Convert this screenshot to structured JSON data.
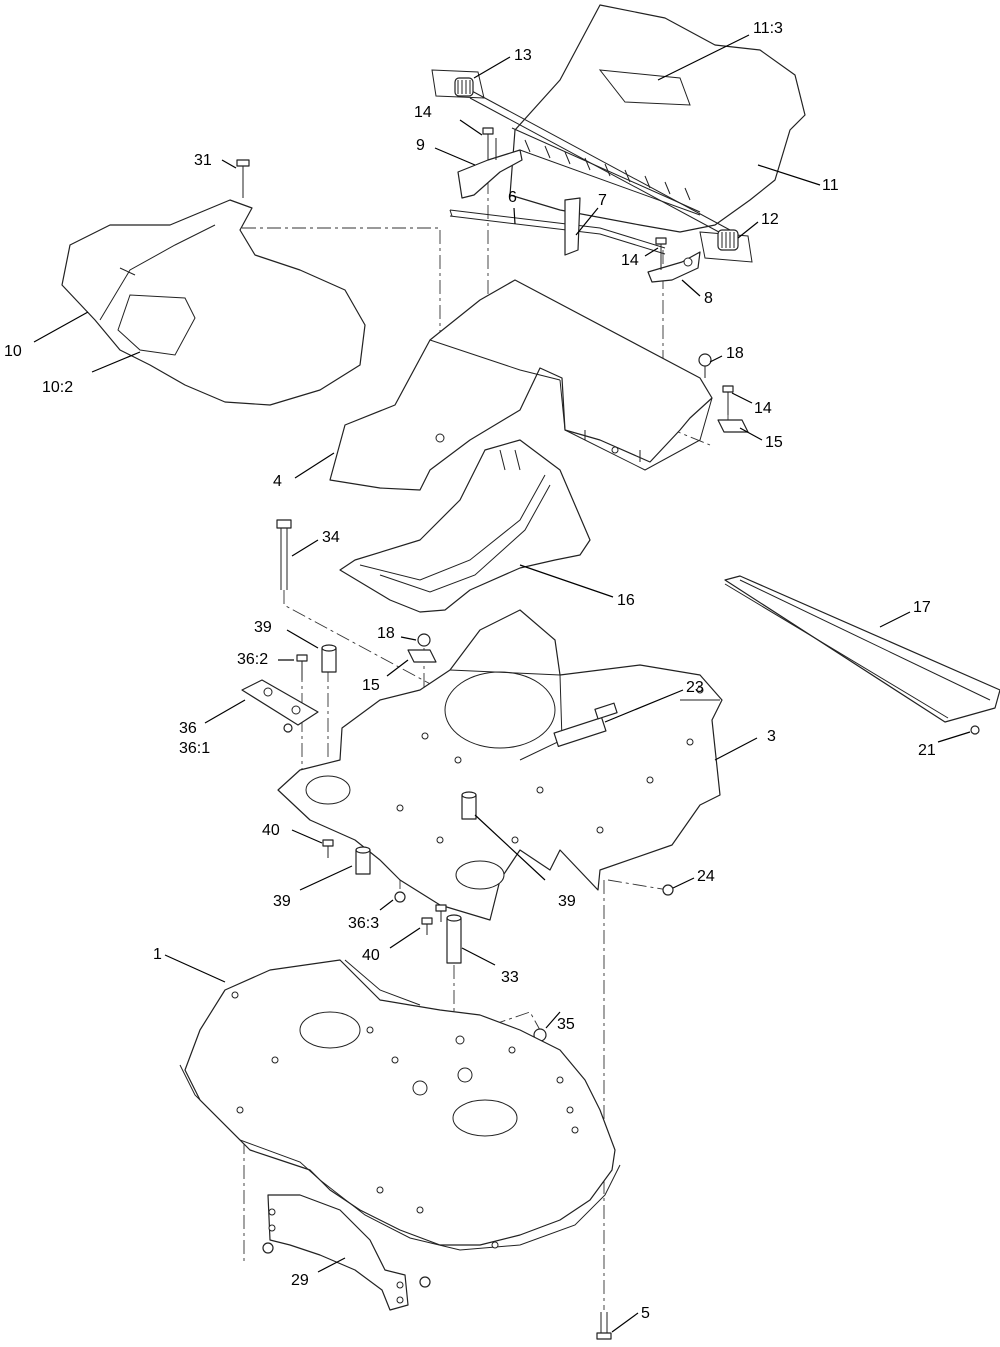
{
  "callouts": [
    {
      "id": "c-11-3",
      "label": "11:3"
    },
    {
      "id": "c-13",
      "label": "13"
    },
    {
      "id": "c-14-top",
      "label": "14"
    },
    {
      "id": "c-9",
      "label": "9"
    },
    {
      "id": "c-31",
      "label": "31"
    },
    {
      "id": "c-11",
      "label": "11"
    },
    {
      "id": "c-6",
      "label": "6"
    },
    {
      "id": "c-7",
      "label": "7"
    },
    {
      "id": "c-12",
      "label": "12"
    },
    {
      "id": "c-14-mid",
      "label": "14"
    },
    {
      "id": "c-8",
      "label": "8"
    },
    {
      "id": "c-10",
      "label": "10"
    },
    {
      "id": "c-10-2",
      "label": "10:2"
    },
    {
      "id": "c-18-top",
      "label": "18"
    },
    {
      "id": "c-14-right",
      "label": "14"
    },
    {
      "id": "c-15-right",
      "label": "15"
    },
    {
      "id": "c-4",
      "label": "4"
    },
    {
      "id": "c-34",
      "label": "34"
    },
    {
      "id": "c-16",
      "label": "16"
    },
    {
      "id": "c-17",
      "label": "17"
    },
    {
      "id": "c-39-top",
      "label": "39"
    },
    {
      "id": "c-18-mid",
      "label": "18"
    },
    {
      "id": "c-36-2",
      "label": "36:2"
    },
    {
      "id": "c-15-mid",
      "label": "15"
    },
    {
      "id": "c-23",
      "label": "23"
    },
    {
      "id": "c-36",
      "label": "36"
    },
    {
      "id": "c-36-1",
      "label": "36:1"
    },
    {
      "id": "c-3",
      "label": "3"
    },
    {
      "id": "c-21",
      "label": "21"
    },
    {
      "id": "c-40-top",
      "label": "40"
    },
    {
      "id": "c-24",
      "label": "24"
    },
    {
      "id": "c-39-left",
      "label": "39"
    },
    {
      "id": "c-39-right",
      "label": "39"
    },
    {
      "id": "c-36-3",
      "label": "36:3"
    },
    {
      "id": "c-40-bottom",
      "label": "40"
    },
    {
      "id": "c-1",
      "label": "1"
    },
    {
      "id": "c-33",
      "label": "33"
    },
    {
      "id": "c-35",
      "label": "35"
    },
    {
      "id": "c-29",
      "label": "29"
    },
    {
      "id": "c-5",
      "label": "5"
    }
  ]
}
